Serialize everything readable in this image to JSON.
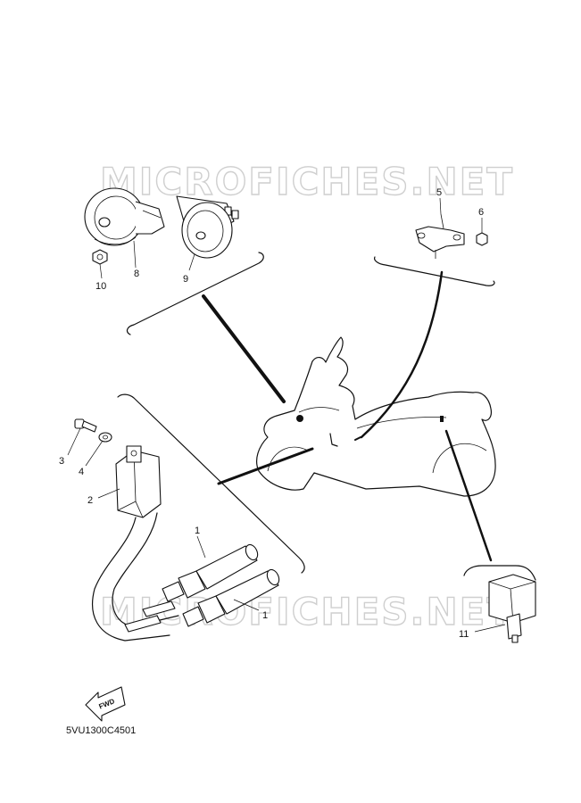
{
  "watermark": {
    "top": "MICROFICHES.NET",
    "bottom": "MICROFICHES.NET"
  },
  "callouts": {
    "p1a": "1",
    "p1b": "1",
    "p2": "2",
    "p3": "3",
    "p4": "4",
    "p5": "5",
    "p6": "6",
    "p8": "8",
    "p9": "9",
    "p10": "10",
    "p11": "11"
  },
  "fwd_label": "FWD",
  "diagram_code": "5VU1300C4501",
  "colors": {
    "line": "#111111",
    "watermark": "#cfcfcf",
    "background": "#ffffff"
  }
}
